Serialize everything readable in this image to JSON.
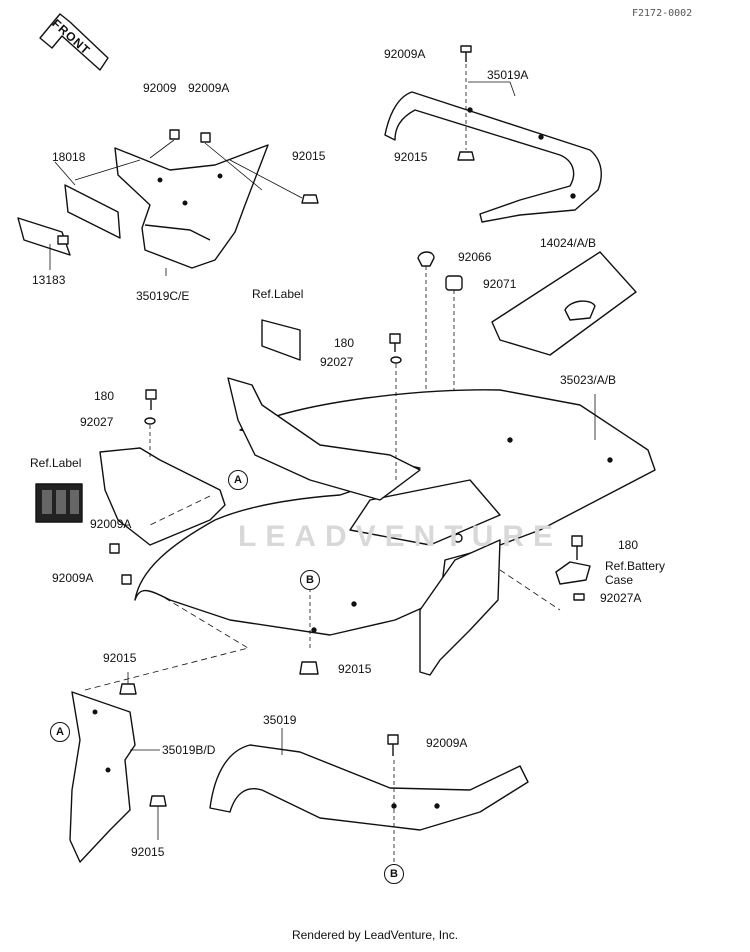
{
  "diagram_code": "F2172-0002",
  "front_label": "FRONT",
  "watermark": "LEADVENTURE",
  "footer": "Rendered by LeadVenture, Inc.",
  "ref_markers": {
    "a": "A",
    "b": "B"
  },
  "part_numbers": {
    "p92009A_top": "92009A",
    "p35019A": "35019A",
    "p92015_top": "92015",
    "p92009": "92009",
    "p92009A_a": "92009A",
    "p18018": "18018",
    "p92015_b": "92015",
    "p13183": "13183",
    "p35019CE": "35019C/E",
    "ref_label_1": "Ref.Label",
    "p92066": "92066",
    "p14024": "14024/A/B",
    "p92071": "92071",
    "p180_a": "180",
    "p92027_a": "92027",
    "p180_b": "180",
    "p92027_b": "92027",
    "p35023": "35023/A/B",
    "ref_label_2": "Ref.Label",
    "p92009A_c": "92009A",
    "p92009A_d": "92009A",
    "p180_c": "180",
    "ref_battery_1": "Ref.Battery",
    "ref_battery_2": "Case",
    "p92027A": "92027A",
    "p92015_c": "92015",
    "p92015_d": "92015",
    "p35019BD": "35019B/D",
    "p35019": "35019",
    "p92009A_e": "92009A",
    "p92015_e": "92015"
  }
}
